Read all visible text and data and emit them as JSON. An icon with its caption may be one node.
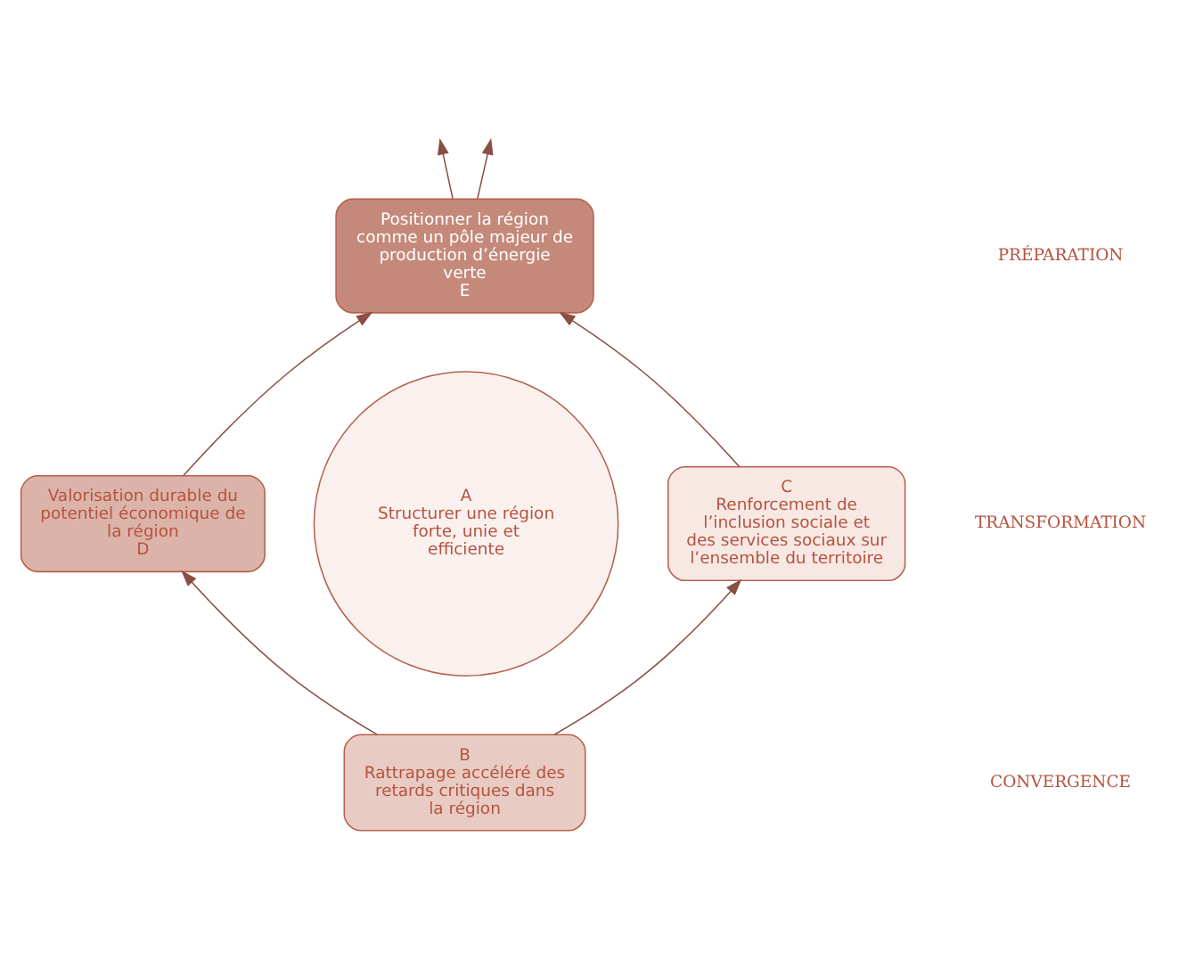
{
  "diagram": {
    "nodes": [
      {
        "text": [
          "Positionner la région comme un pôle majeur de production d’énergie verte",
          "E"
        ]
      },
      {
        "text": [
          "Valorisation durable du potentiel économique de la région",
          "D"
        ]
      },
      {
        "text": [
          "A",
          "Structurer une région forte, unie et efficiente"
        ]
      },
      {
        "text": [
          "C",
          "Renforcement de l’inclusion sociale et des services sociaux sur l’ensemble du territoire"
        ]
      },
      {
        "text": [
          "B",
          "Rattrapage accéléré des retards critiques dans la région"
        ]
      }
    ],
    "edges": [
      {
        "from": 0,
        "to": null,
        "arrow": "to"
      },
      {
        "from": 0,
        "to": null,
        "arrow": "to"
      },
      {
        "from": 1,
        "to": 0,
        "arrow": "to"
      },
      {
        "from": 3,
        "to": 0,
        "arrow": "to"
      },
      {
        "from": 4,
        "to": 1,
        "arrow": "to"
      },
      {
        "from": 4,
        "to": 3,
        "arrow": "to"
      }
    ],
    "labels": [
      "PRÉPARATION",
      "TRANSFORMATION",
      "CONVERGENCE"
    ]
  }
}
